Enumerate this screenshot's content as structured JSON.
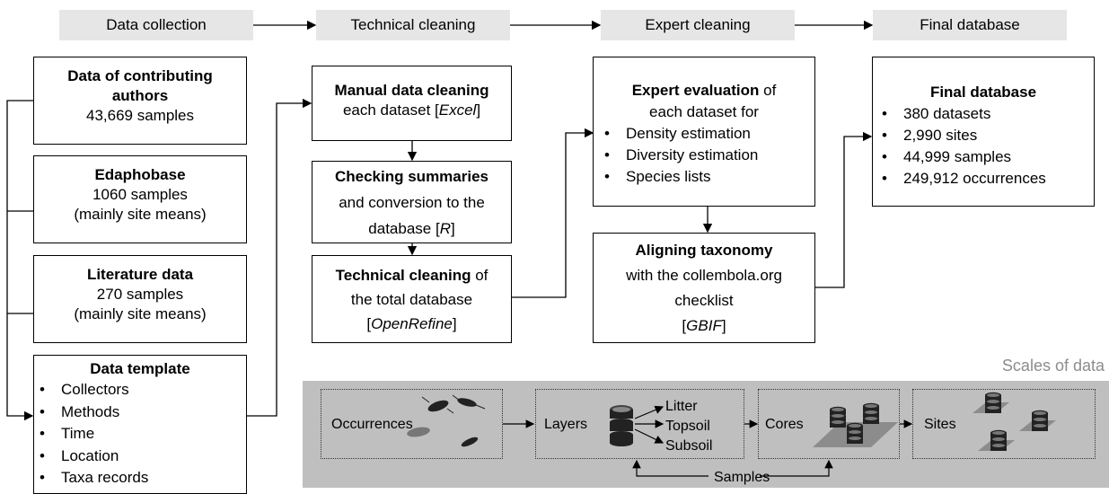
{
  "stages": [
    "Data collection",
    "Technical cleaning",
    "Expert cleaning",
    "Final database"
  ],
  "collection": {
    "contrib": {
      "title": "Data of contributing",
      "title2": "authors",
      "count": "43,669 samples"
    },
    "edapho": {
      "title": "Edaphobase",
      "count": "1060 samples",
      "note": "(mainly site means)"
    },
    "literature": {
      "title": "Literature data",
      "count": "270 samples",
      "note": "(mainly site means)"
    },
    "template": {
      "title": "Data template",
      "items": [
        "Collectors",
        "Methods",
        "Time",
        "Location",
        "Taxa records"
      ]
    }
  },
  "technical": {
    "manual": {
      "bold": "Manual data cleaning",
      "line2a": "each dataset [",
      "line2i": "Excel",
      "line2b": "]"
    },
    "summaries": {
      "bold": "Checking summaries",
      "line2": "and conversion to the",
      "line3a": "database [",
      "line3i": "R",
      "line3b": "]"
    },
    "cleaning": {
      "bold": "Technical cleaning",
      "boldsuffix": " of",
      "line2": "the total database",
      "line3a": "[",
      "line3i": "OpenRefine",
      "line3b": "]"
    }
  },
  "expert": {
    "evaluation": {
      "bold": "Expert evaluation",
      "suffix": " of",
      "line2": "each dataset for",
      "items": [
        "Density estimation",
        "Diversity estimation",
        "Species lists"
      ]
    },
    "taxonomy": {
      "bold": "Aligning taxonomy",
      "line2": "with the collembola.org",
      "line3": "checklist",
      "line4a": "[",
      "line4i": "GBIF",
      "line4b": "]"
    }
  },
  "final": {
    "title": "Final database",
    "items": [
      "380 datasets",
      "2,990 sites",
      "44,999 samples",
      "249,912 occurrences"
    ]
  },
  "scales": {
    "title": "Scales of data",
    "occurrences": "Occurrences",
    "layers": "Layers",
    "layer_names": [
      "Litter",
      "Topsoil",
      "Subsoil"
    ],
    "cores": "Cores",
    "sites": "Sites",
    "samples": "Samples"
  }
}
